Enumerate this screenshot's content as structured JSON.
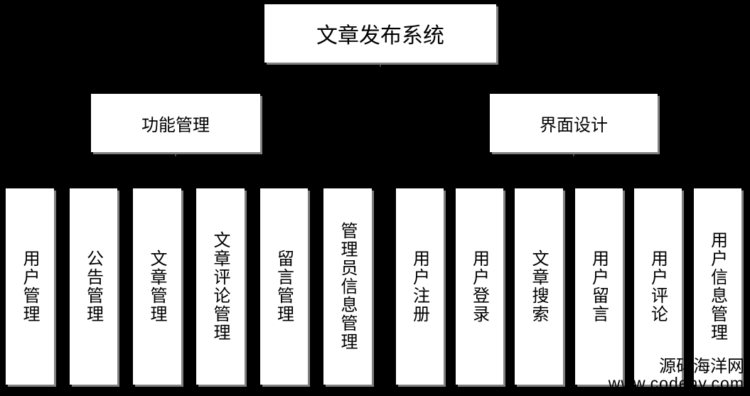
{
  "root": "文章发布系统",
  "groups": [
    {
      "label": "功能管理",
      "children": [
        "用户管理",
        "公告管理",
        "文章管理",
        "文章评论管理",
        "留言管理",
        "管理员信息管理"
      ]
    },
    {
      "label": "界面设计",
      "children": [
        "用户注册",
        "用户登录",
        "文章搜索",
        "用户留言",
        "用户评论",
        "用户信息管理"
      ]
    }
  ],
  "watermark": {
    "line1": "源码海洋网",
    "line2": "www.codehy.com"
  }
}
